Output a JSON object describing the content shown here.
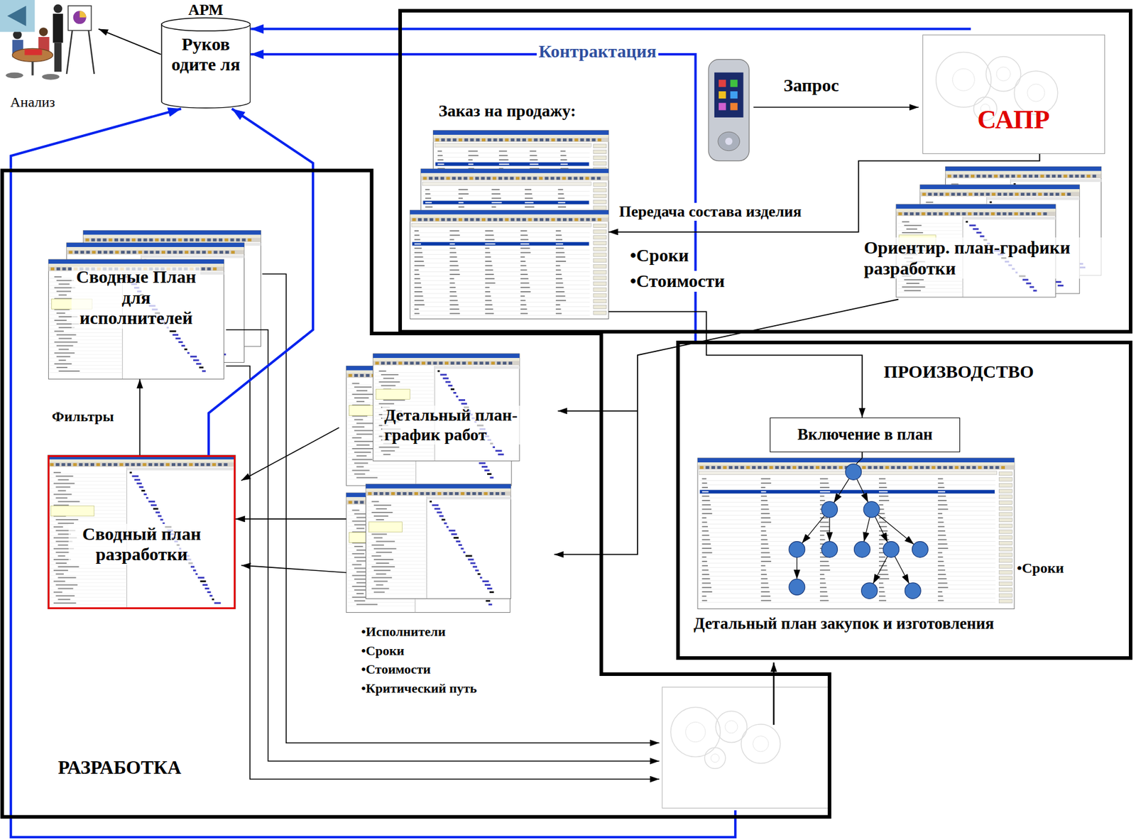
{
  "diagram": {
    "nodes": [
      {
        "text": [
          "Анализ"
        ]
      },
      {
        "text": [
          "АРМ",
          "Руков одите ля"
        ]
      },
      {
        "text": [
          "Контрактация"
        ]
      },
      {
        "text": [
          "Заказ на продажу:"
        ],
        "in": 2
      },
      {
        "text": [
          "САПР"
        ],
        "in": 2
      },
      {
        "text": [
          "Ориентир. план-графики разработки"
        ],
        "in": 2
      },
      {
        "text": [
          "РАЗРАБОТКА"
        ]
      },
      {
        "text": [
          "Сводные План для исполнителей"
        ],
        "in": 6
      },
      {
        "text": [
          "Детальный план-график работ"
        ],
        "in": 6
      },
      {
        "text": [
          "Сводный план разработки"
        ],
        "in": 6
      },
      {
        "text": [
          "ПРОИЗВОДСТВО"
        ]
      },
      {
        "text": [
          "Включение в план"
        ],
        "in": 10
      },
      {
        "text": [
          "Детальный план закупок и изготовления"
        ],
        "in": 10
      }
    ],
    "edges": [
      {
        "from": 1,
        "to": 0,
        "arrow": "to"
      },
      {
        "from": 2,
        "to": 1,
        "arrow": "to"
      },
      {
        "from": 10,
        "to": 1,
        "arrow": "to"
      },
      {
        "from": 6,
        "to": 1,
        "arrow": "to"
      },
      {
        "from": 9,
        "to": 1,
        "arrow": "to"
      },
      {
        "from": 4,
        "to": 3,
        "label": "Передача состава изделия",
        "arrow": "to"
      },
      {
        "from": 3,
        "to": 11,
        "arrow": "to"
      },
      {
        "from": 5,
        "to": 8,
        "arrow": "to"
      },
      {
        "from": 8,
        "to": 9,
        "arrow": "to"
      },
      {
        "from": 9,
        "to": 7,
        "label": "Фильтры",
        "arrow": "to"
      },
      {
        "from": 11,
        "to": 12,
        "arrow": "none"
      }
    ],
    "labels": [
      "Запрос",
      "•Сроки",
      "•Стоимости",
      "•Исполнители",
      "•Сроки",
      "•Стоимости",
      "•Критический путь",
      "•Сроки"
    ]
  }
}
